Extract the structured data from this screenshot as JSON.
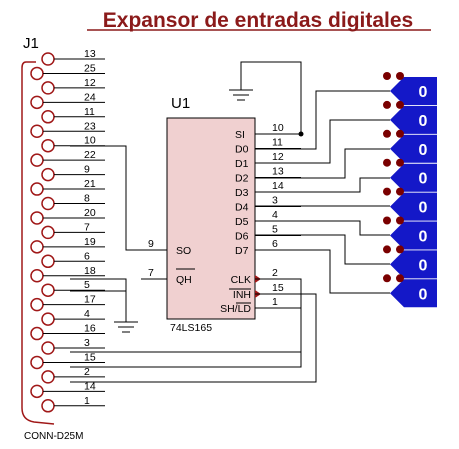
{
  "title": "Expansor de entradas digitales",
  "connector": {
    "ref": "J1",
    "part": "CONN-D25M",
    "pins": [
      "13",
      "25",
      "12",
      "24",
      "11",
      "23",
      "10",
      "22",
      "9",
      "21",
      "8",
      "20",
      "7",
      "19",
      "6",
      "18",
      "5",
      "17",
      "4",
      "16",
      "3",
      "15",
      "2",
      "14",
      "1"
    ]
  },
  "chip": {
    "ref": "U1",
    "part": "74LS165",
    "right_pins": [
      {
        "name": "SI",
        "num": "10"
      },
      {
        "name": "D0",
        "num": "11"
      },
      {
        "name": "D1",
        "num": "12"
      },
      {
        "name": "D2",
        "num": "13"
      },
      {
        "name": "D3",
        "num": "14"
      },
      {
        "name": "D4",
        "num": "3"
      },
      {
        "name": "D5",
        "num": "4"
      },
      {
        "name": "D6",
        "num": "5"
      },
      {
        "name": "D7",
        "num": "6"
      }
    ],
    "ctrl_pins": [
      {
        "name": "CLK",
        "num": "2"
      },
      {
        "name": "INH",
        "num": "15"
      },
      {
        "name": "SH/LD",
        "num": "1"
      }
    ],
    "left_pins": [
      {
        "name": "SO",
        "num": "9"
      },
      {
        "name": "QH",
        "num": "7"
      }
    ]
  },
  "probes": [
    "0",
    "0",
    "0",
    "0",
    "0",
    "0",
    "0",
    "0"
  ],
  "colors": {
    "title": "#8b1a1a",
    "chip_fill": "#f0d0d0",
    "connector": "#a01818",
    "probe": "#1418c8",
    "led": "#7a0000"
  }
}
